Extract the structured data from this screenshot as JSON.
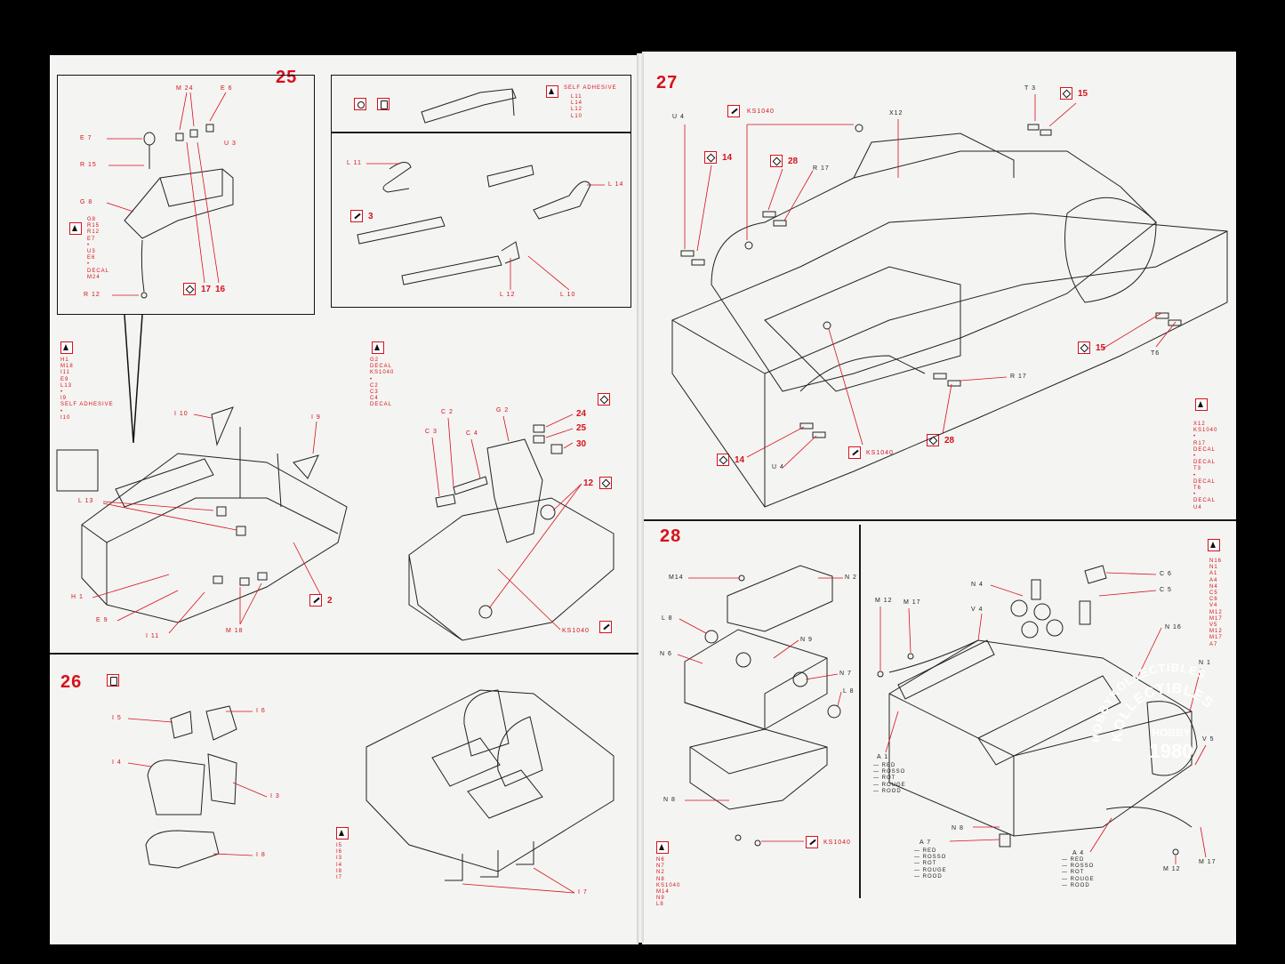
{
  "steps": {
    "s25": "25",
    "s26": "26",
    "s27": "27",
    "s28": "28"
  },
  "step25": {
    "inset_labels": [
      "M 24",
      "E 6",
      "E 7",
      "U 3",
      "R 15",
      "G 8",
      "R 12"
    ],
    "inset_parts": "G8\nR15\nR12\nE7\n•\nU3\nE6\n•\nDECAL\nM24",
    "inset_decals": [
      "17",
      "16"
    ],
    "seatbelt_title": "SELF ADHESIVE",
    "seatbelt_parts": "L11\nL14\nL12\nL10",
    "belt_labels": [
      "L 11",
      "L 14",
      "L 12",
      "L 10"
    ],
    "belt_decal": "3",
    "left_parts": "H1\nM18\nI11\nE9\nL13\n•\nI9\nSELF ADHESIVE\n•\nI10",
    "left_labels": [
      "I 10",
      "I 9",
      "L 13",
      "H 1",
      "E 9",
      "I 11",
      "M 18"
    ],
    "left_decal": "2",
    "mid_parts": "G2\nDECAL\nKS1040\n•\nC2\nC3\nC4\nDECAL",
    "mid_labels": [
      "C 2",
      "G 2",
      "C 3",
      "C 4",
      "KS1040"
    ],
    "mid_decals": [
      "24",
      "25",
      "30",
      "12"
    ]
  },
  "step26": {
    "labels": [
      "I 5",
      "I 6",
      "I 4",
      "I 3",
      "I 8",
      "I 7"
    ],
    "parts": "I5\nI6\nI3\nI4\nI8\nI7"
  },
  "step27": {
    "labels": [
      "U 4",
      "KS1040",
      "X12",
      "T 3",
      "R 17",
      "T6",
      "R 17",
      "U 4",
      "KS1040"
    ],
    "decals": [
      "15",
      "14",
      "28",
      "15",
      "14",
      "28"
    ],
    "parts": "X12\nKS1040\n•\nR17\nDECAL\n•\nDECAL\nT3\n•\nDECAL\nT6\n•\nDECAL\nU4"
  },
  "step28": {
    "labels_left": [
      "M14",
      "N 2",
      "L 8",
      "N 9",
      "N 6",
      "N 7",
      "L 8",
      "N 8",
      "KS1040"
    ],
    "parts_left": "N6\nN7\nN2\nN8\nKS1040\nM14\nN9\nL8",
    "labels_right": [
      "M 12",
      "M 17",
      "N 4",
      "V 4",
      "C 6",
      "C 5",
      "N 16",
      "N 1",
      "V 5",
      "A 1",
      "N 8",
      "A 7",
      "A 4",
      "M 12",
      "M 17"
    ],
    "parts_right": "N16\nN1\nA1\nA4\nN4\nC5\nC6\nV4\nM12\nM17\nV5\nM12\nM17\nA7",
    "colors_a1": "— RED\n— ROSSO\n— ROT\n— ROUGE\n— ROOD",
    "colors_a7": "— RED\n— ROSSO\n— ROT\n— ROUGE\n— ROOD",
    "colors_a4": "— RED\n— ROSSO\n— ROT\n— ROUGE\n— ROOD"
  },
  "watermark": {
    "line1": "HOBBYKOLLECTIBLES",
    "line2": "KOLLECTIBLES",
    "line3": "HOBBY",
    "year": "1980"
  },
  "colors": {
    "accent": "#d6111b",
    "paper": "#f4f4f2",
    "ink": "#222222"
  }
}
